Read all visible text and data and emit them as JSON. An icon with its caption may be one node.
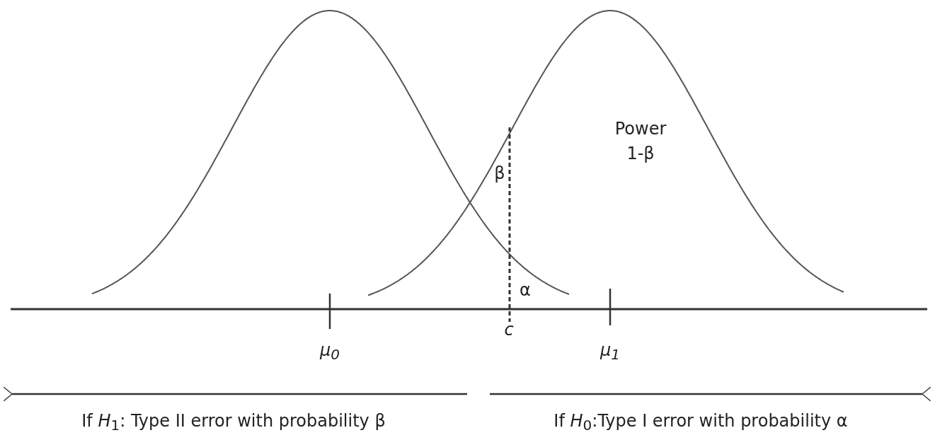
{
  "diagram": {
    "labels": [
      "β",
      "Power 1-β",
      "α",
      "c",
      "μ$_{0}$",
      "μ$_{1}$",
      "If *H*$_{1}$: Type II error with probability β",
      "If *H*$_{0}$:Type I error with probability α"
    ]
  }
}
